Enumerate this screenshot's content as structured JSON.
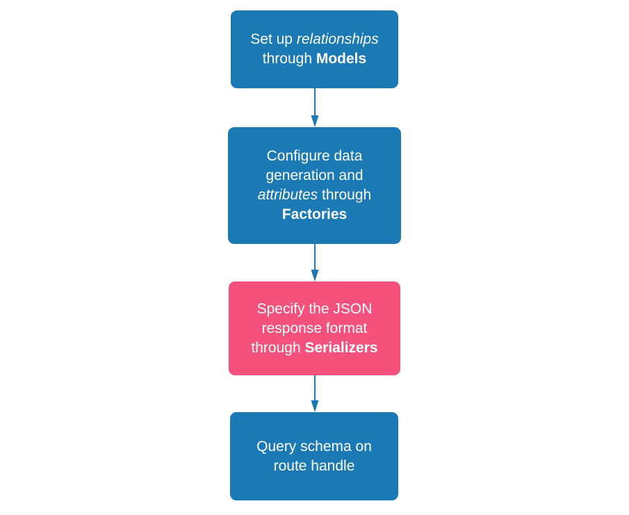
{
  "colors": {
    "blue": "#1b79b5",
    "pink": "#f4527c",
    "arrow": "#1b79b5",
    "text": "#ffffff",
    "background": "#ffffff"
  },
  "diagram": {
    "type": "flowchart",
    "direction": "top-down",
    "nodes": [
      {
        "id": "models",
        "color_role": "blue",
        "plain_text": "Set up relationships through Models",
        "lines": [
          {
            "segments": [
              {
                "text": "Set up "
              },
              {
                "text": "relationships",
                "style": "italic"
              }
            ]
          },
          {
            "segments": [
              {
                "text": "through "
              },
              {
                "text": "Models",
                "style": "bold"
              }
            ]
          }
        ]
      },
      {
        "id": "factories",
        "color_role": "blue",
        "plain_text": "Configure data generation and attributes through Factories",
        "lines": [
          {
            "segments": [
              {
                "text": "Configure data"
              }
            ]
          },
          {
            "segments": [
              {
                "text": "generation and"
              }
            ]
          },
          {
            "segments": [
              {
                "text": "attributes",
                "style": "italic"
              },
              {
                "text": " through"
              }
            ]
          },
          {
            "segments": [
              {
                "text": "Factories",
                "style": "bold"
              }
            ]
          }
        ]
      },
      {
        "id": "serializers",
        "color_role": "pink",
        "plain_text": "Specify the JSON response format through Serializers",
        "lines": [
          {
            "segments": [
              {
                "text": "Specify the JSON"
              }
            ]
          },
          {
            "segments": [
              {
                "text": "response format"
              }
            ]
          },
          {
            "segments": [
              {
                "text": "through "
              },
              {
                "text": "Serializers",
                "style": "bold"
              }
            ]
          }
        ]
      },
      {
        "id": "route-handle",
        "color_role": "blue",
        "plain_text": "Query schema on route handle",
        "lines": [
          {
            "segments": [
              {
                "text": "Query schema on"
              }
            ]
          },
          {
            "segments": [
              {
                "text": "route handle"
              }
            ]
          }
        ]
      }
    ],
    "connectors": [
      {
        "from": "models",
        "to": "factories",
        "shape": "arrow-down"
      },
      {
        "from": "factories",
        "to": "serializers",
        "shape": "arrow-down"
      },
      {
        "from": "serializers",
        "to": "route-handle",
        "shape": "arrow-down"
      }
    ]
  }
}
